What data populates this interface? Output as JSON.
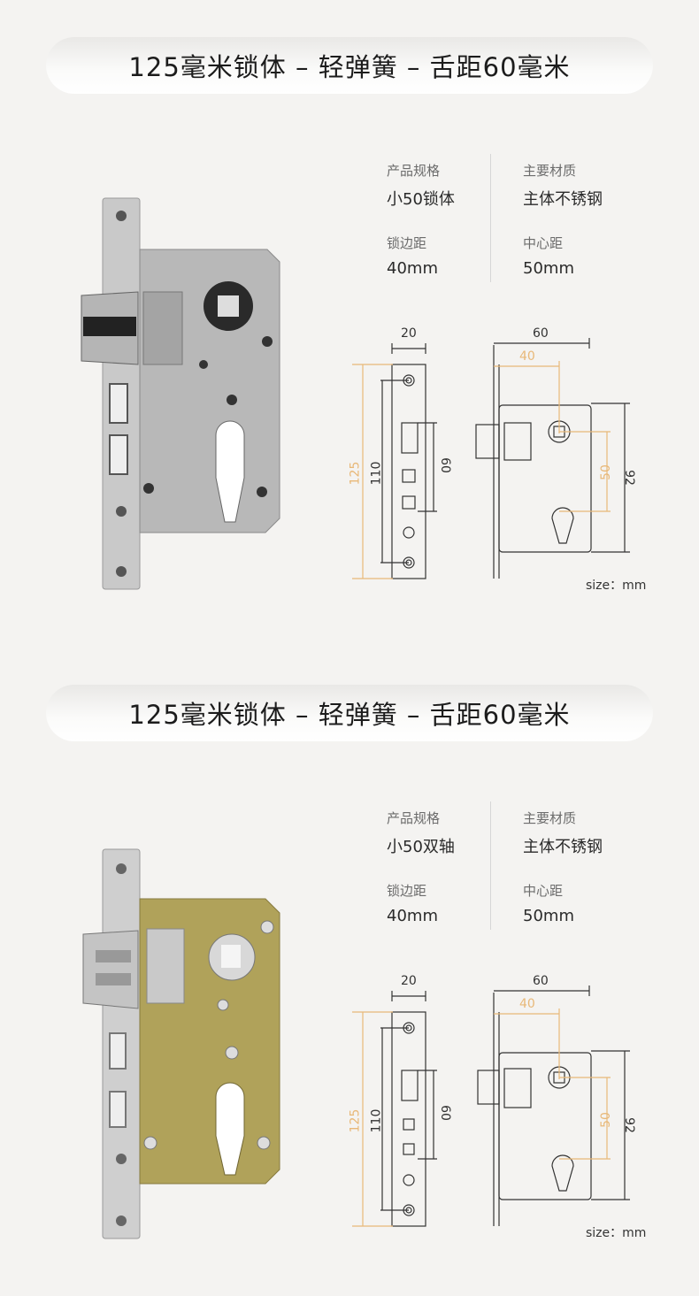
{
  "sections": [
    {
      "title": "125毫米锁体 – 轻弹簧 – 舌距60毫米",
      "specs": [
        {
          "label": "产品规格",
          "value": "小50锁体"
        },
        {
          "label": "主要材质",
          "value": "主体不锈钢"
        },
        {
          "label": "锁边距",
          "value": "40mm"
        },
        {
          "label": "中心距",
          "value": "50mm"
        }
      ],
      "dims": {
        "faceplate_width": "20",
        "body_width": "60",
        "backset": "40",
        "total_height": "125",
        "hole_spacing": "110",
        "latch_spacing": "60",
        "center_distance": "50",
        "body_height": "92"
      },
      "size_note": "size：mm",
      "finish_color": "#bcbcbc"
    },
    {
      "title": "125毫米锁体 – 轻弹簧 – 舌距60毫米",
      "specs": [
        {
          "label": "产品规格",
          "value": "小50双轴"
        },
        {
          "label": "主要材质",
          "value": "主体不锈钢"
        },
        {
          "label": "锁边距",
          "value": "40mm"
        },
        {
          "label": "中心距",
          "value": "50mm"
        }
      ],
      "dims": {
        "faceplate_width": "20",
        "body_width": "60",
        "backset": "40",
        "total_height": "125",
        "hole_spacing": "110",
        "latch_spacing": "60",
        "center_distance": "50",
        "body_height": "92"
      },
      "size_note": "size：mm",
      "finish_color": "#b0a25a"
    }
  ],
  "colors": {
    "dimension_accent": "#e8b878",
    "line": "#333333"
  }
}
